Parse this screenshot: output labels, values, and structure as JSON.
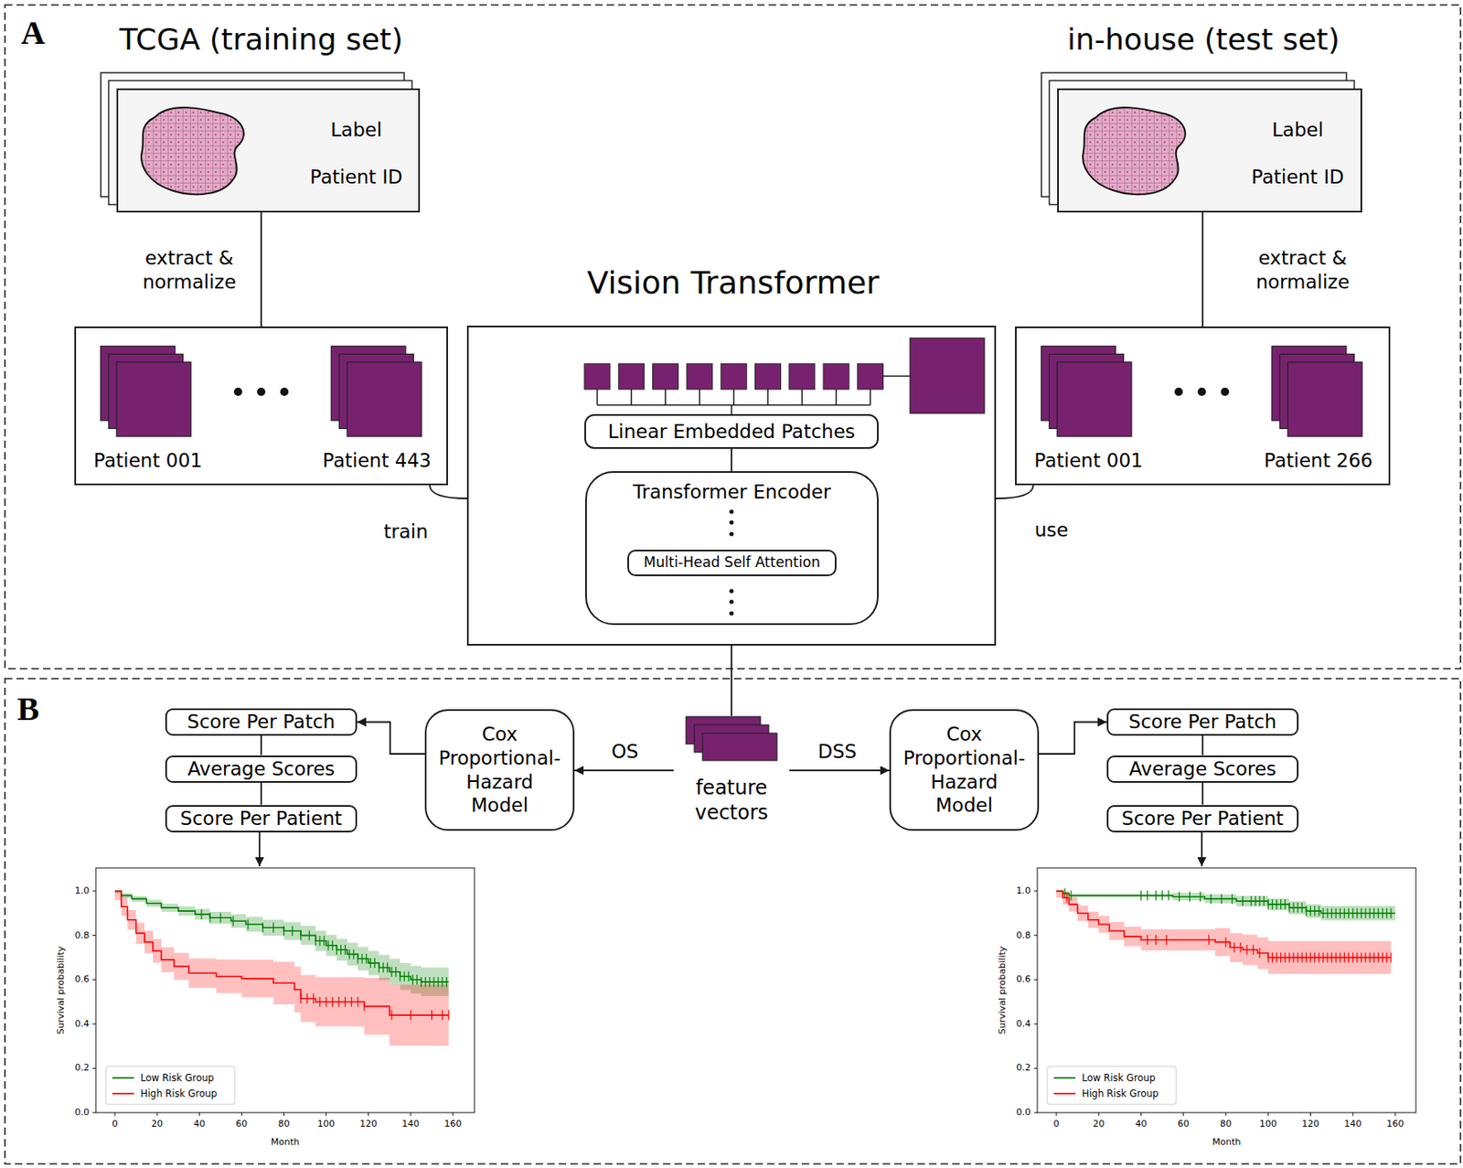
{
  "diagram": {
    "nodes": [
      {
        "text": [
          "Label",
          "Patient ID"
        ]
      },
      {
        "text": [
          "Label",
          "Patient ID"
        ]
      },
      {
        "text": [
          "Patient 001",
          "Patient 443"
        ]
      },
      {
        "text": [
          "Vision Transformer"
        ]
      },
      {
        "text": [
          "Patient 001",
          "Patient 266"
        ]
      },
      {
        "text": [
          "Linear Embedded Patches"
        ],
        "in": 3
      },
      {
        "text": [
          "Transformer Encoder"
        ],
        "in": 3
      },
      {
        "text": [
          "Multi-Head Self Attention"
        ],
        "in": 6
      },
      {
        "text": [
          "feature vectors"
        ]
      },
      {
        "text": [
          "Cox Proportional-Hazard Model"
        ]
      },
      {
        "text": [
          "Cox Proportional-Hazard Model"
        ]
      },
      {
        "text": [
          "Score Per Patch"
        ]
      },
      {
        "text": [
          "Average Scores"
        ]
      },
      {
        "text": [
          "Score Per Patient"
        ]
      },
      {
        "text": [
          "Score Per Patch"
        ]
      },
      {
        "text": [
          "Average Scores"
        ]
      },
      {
        "text": [
          "Score Per Patient"
        ]
      }
    ],
    "edges": [
      {
        "from": 0,
        "to": 2,
        "arrow": "none",
        "label": "extract & normalize"
      },
      {
        "from": 1,
        "to": 4,
        "arrow": "none",
        "label": "extract & normalize"
      },
      {
        "from": 2,
        "to": 3,
        "arrow": "none",
        "label": "train"
      },
      {
        "from": 3,
        "to": 4,
        "arrow": "none",
        "label": "use"
      },
      {
        "from": 3,
        "to": 8,
        "arrow": "none"
      },
      {
        "from": 5,
        "to": 6,
        "arrow": "none"
      },
      {
        "from": 8,
        "to": 9,
        "arrow": "to",
        "label": "OS"
      },
      {
        "from": 8,
        "to": 10,
        "arrow": "to",
        "label": "DSS"
      },
      {
        "from": 9,
        "to": 11,
        "arrow": "to"
      },
      {
        "from": 10,
        "to": 14,
        "arrow": "to"
      },
      {
        "from": 11,
        "to": 12,
        "arrow": "none"
      },
      {
        "from": 12,
        "to": 13,
        "arrow": "none"
      },
      {
        "from": 14,
        "to": 15,
        "arrow": "none"
      },
      {
        "from": 15,
        "to": 16,
        "arrow": "none"
      }
    ],
    "labels": [
      "A",
      "TCGA (training set)",
      "in-house (test set)",
      "B",
      "1.0",
      "0.8",
      "0.6",
      "0.4",
      "0.2",
      "0.0",
      "0",
      "20",
      "40",
      "60",
      "80",
      "100",
      "120",
      "140",
      "160",
      "Survival probability",
      "Month",
      "1.0",
      "0.8",
      "0.6",
      "0.4",
      "0.2",
      "0.0",
      "0",
      "20",
      "40",
      "60",
      "80",
      "100",
      "120",
      "140",
      "160",
      "Survival probability",
      "Month"
    ],
    "legend": [
      {
        "text": "Low Risk Group"
      },
      {
        "text": "High Risk Group"
      },
      {
        "text": "Low Risk Group"
      },
      {
        "text": "High Risk Group"
      }
    ]
  }
}
